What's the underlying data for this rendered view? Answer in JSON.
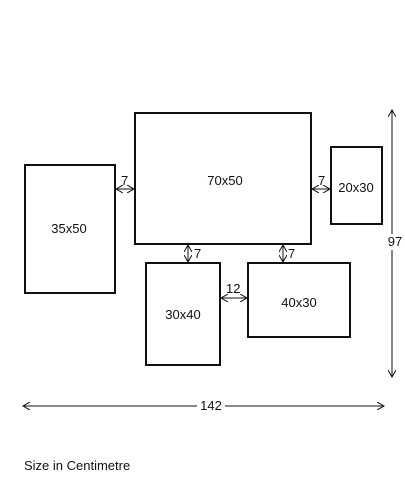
{
  "frames": [
    {
      "id": "frame-35x50",
      "label": "35x50"
    },
    {
      "id": "frame-70x50",
      "label": "70x50"
    },
    {
      "id": "frame-20x30",
      "label": "20x30"
    },
    {
      "id": "frame-30x40",
      "label": "30x40"
    },
    {
      "id": "frame-40x30",
      "label": "40x30"
    }
  ],
  "gaps": {
    "left_to_center": "7",
    "center_to_right": "7",
    "center_to_lower_left": "7",
    "center_to_lower_right": "7",
    "between_lower": "12"
  },
  "totals": {
    "width": "142",
    "height": "97"
  },
  "caption": "Size in Centimetre"
}
